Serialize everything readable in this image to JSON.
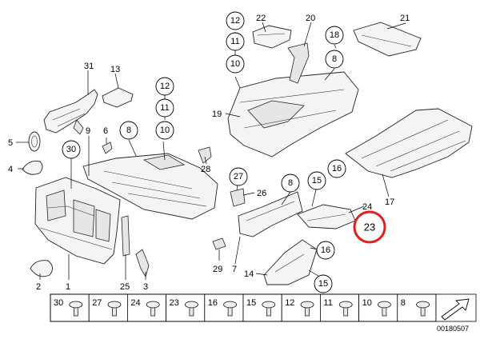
{
  "diagram_id": "00180507",
  "labels": {
    "n1": "1",
    "n2": "2",
    "n3": "3",
    "n4": "4",
    "n5": "5",
    "n6": "6",
    "n7": "7",
    "n8a": "8",
    "n8b": "8",
    "n8c": "8",
    "n9": "9",
    "n10a": "10",
    "n10b": "10",
    "n11a": "11",
    "n11b": "11",
    "n12a": "12",
    "n12b": "12",
    "n13": "13",
    "n14": "14",
    "n15a": "15",
    "n15b": "15",
    "n16a": "16",
    "n16b": "16",
    "n17": "17",
    "n18": "18",
    "n19": "19",
    "n20": "20",
    "n21": "21",
    "n22": "22",
    "n23": "23",
    "n24": "24",
    "n25": "25",
    "n26": "26",
    "n27": "27",
    "n28": "28",
    "n29": "29",
    "n30": "30",
    "n31": "31"
  },
  "legend": [
    "30",
    "27",
    "24",
    "23",
    "16",
    "15",
    "12",
    "11",
    "10",
    "8"
  ],
  "highlight_color": "#e0201e"
}
